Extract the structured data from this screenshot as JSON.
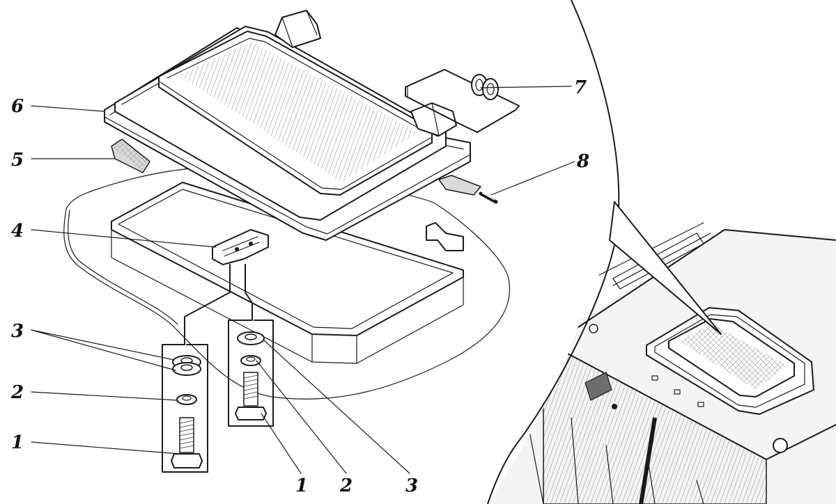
{
  "callouts": {
    "c1_left": "1",
    "c2_left": "2",
    "c3_left": "3",
    "c4": "4",
    "c5": "5",
    "c6": "6",
    "c7": "7",
    "c8": "8",
    "c1_bottom": "1",
    "c2_bottom": "2",
    "c3_bottom": "3"
  }
}
